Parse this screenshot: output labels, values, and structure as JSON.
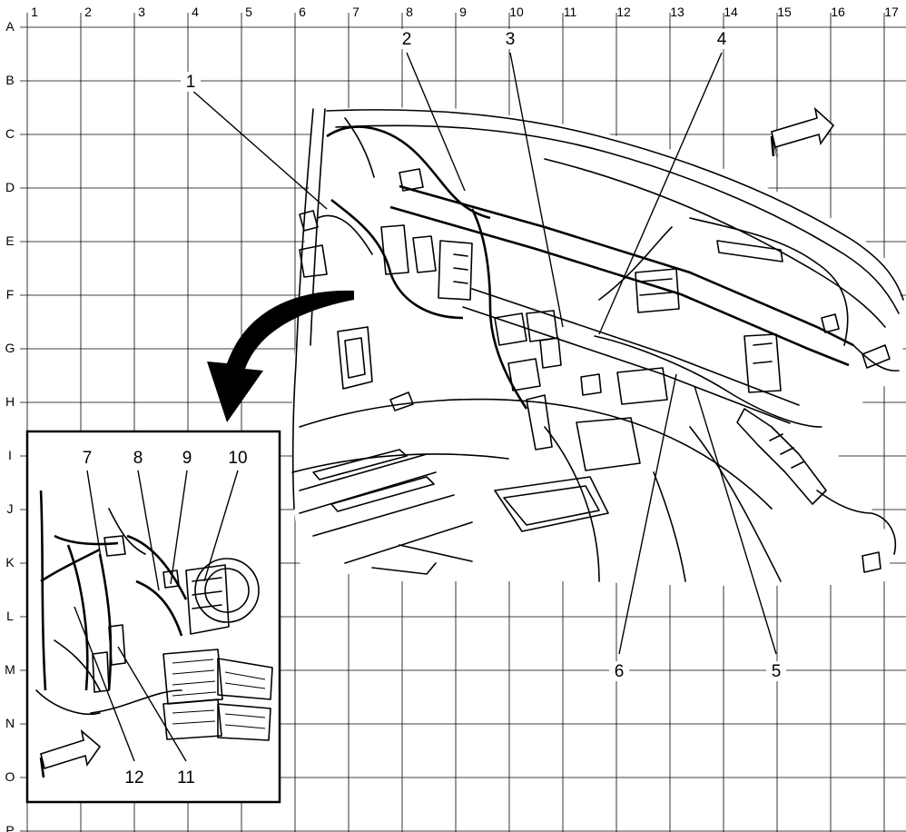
{
  "grid": {
    "columns": [
      "1",
      "2",
      "3",
      "4",
      "5",
      "6",
      "7",
      "8",
      "9",
      "10",
      "11",
      "12",
      "13",
      "14",
      "15",
      "16",
      "17"
    ],
    "rows": [
      "A",
      "B",
      "C",
      "D",
      "E",
      "F",
      "G",
      "H",
      "I",
      "J",
      "K",
      "L",
      "M",
      "N",
      "O",
      "P"
    ]
  },
  "callouts": {
    "c1": "1",
    "c2": "2",
    "c3": "3",
    "c4": "4",
    "c5": "5",
    "c6": "6",
    "c7": "7",
    "c8": "8",
    "c9": "9",
    "c10": "10",
    "c11": "11",
    "c12": "12"
  },
  "icons": {
    "forward_arrow_main": "forward-arrow-icon",
    "forward_arrow_inset": "forward-arrow-icon",
    "detail_arrow": "curved-detail-arrow-icon"
  },
  "colors": {
    "line": "#000000",
    "background": "#ffffff"
  }
}
